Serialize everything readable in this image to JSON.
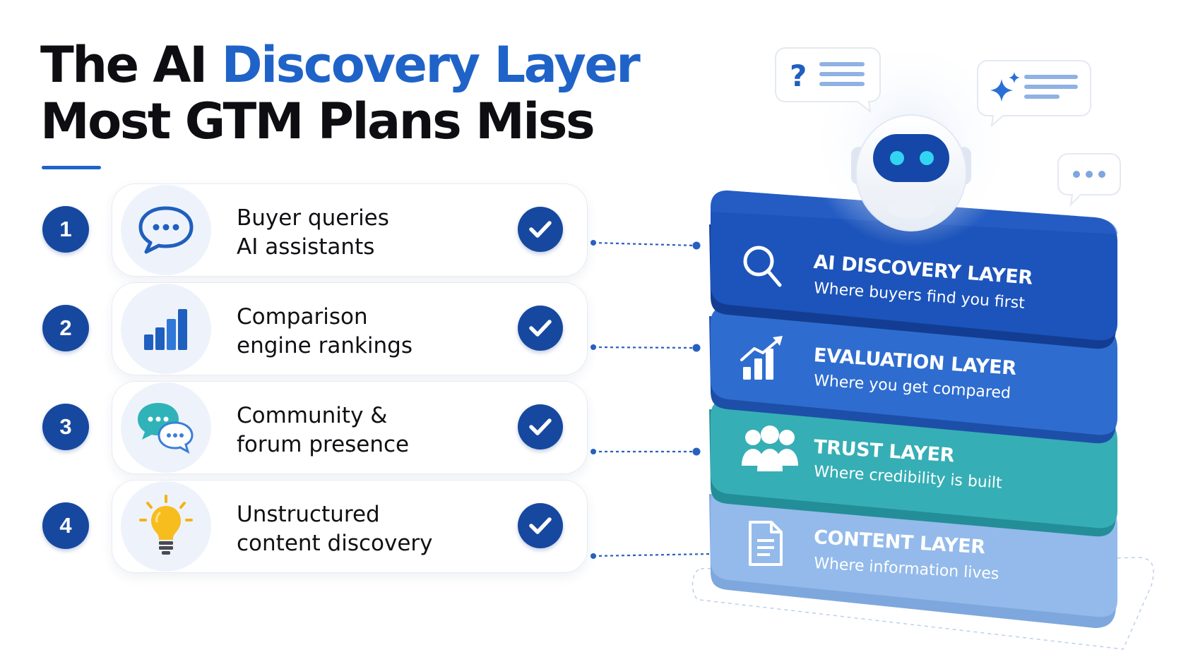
{
  "title": {
    "line1_prefix": "The AI ",
    "line1_accent": "Discovery Layer",
    "line2": "Most GTM Plans Miss"
  },
  "items": [
    {
      "number": "1",
      "line1": "Buyer queries",
      "line2": "AI assistants",
      "icon": "chat-bubble-icon",
      "checked": true
    },
    {
      "number": "2",
      "line1": "Comparison",
      "line2": "engine rankings",
      "icon": "bar-chart-icon",
      "checked": true
    },
    {
      "number": "3",
      "line1": "Community &",
      "line2": "forum presence",
      "icon": "conversation-icon",
      "checked": true
    },
    {
      "number": "4",
      "line1": "Unstructured",
      "line2": "content discovery",
      "icon": "lightbulb-icon",
      "checked": true
    }
  ],
  "layers": [
    {
      "title": "AI DISCOVERY LAYER",
      "subtitle": "Where buyers find you first",
      "icon": "magnifier-icon",
      "color": "#1d55bd"
    },
    {
      "title": "EVALUATION LAYER",
      "subtitle": "Where you get compared",
      "icon": "growth-chart-icon",
      "color": "#2c6fd1"
    },
    {
      "title": "TRUST LAYER",
      "subtitle": "Where credibility is built",
      "icon": "people-icon",
      "color": "#33aeb5"
    },
    {
      "title": "CONTENT LAYER",
      "subtitle": "Where information lives",
      "icon": "document-icon",
      "color": "#8ab3e6"
    }
  ],
  "colors": {
    "accent": "#1f63c8",
    "navy": "#17489f",
    "teal": "#33aeb5",
    "light_blue": "#8ab3e6"
  }
}
